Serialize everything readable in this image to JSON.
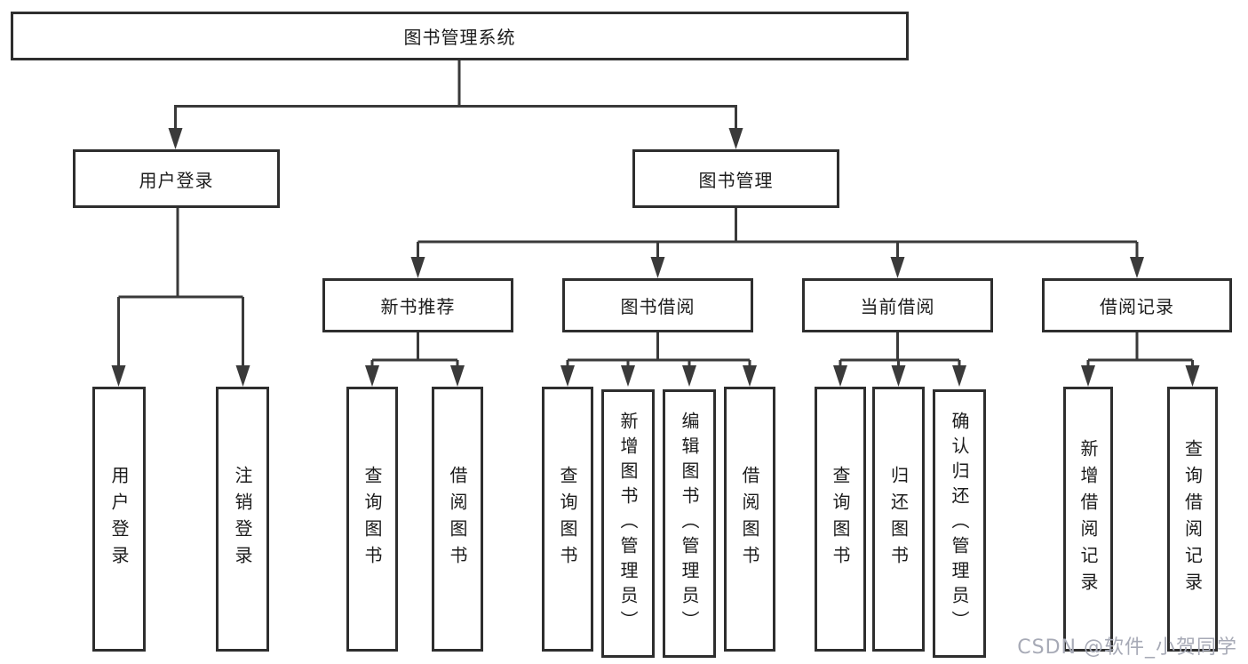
{
  "tree": {
    "label": "图书管理系统",
    "children": [
      {
        "label": "用户登录",
        "children": [
          {
            "label": "用户登录"
          },
          {
            "label": "注销登录"
          }
        ]
      },
      {
        "label": "图书管理",
        "children": [
          {
            "label": "新书推荐",
            "children": [
              {
                "label": "查询图书"
              },
              {
                "label": "借阅图书"
              }
            ]
          },
          {
            "label": "图书借阅",
            "children": [
              {
                "label": "查询图书"
              },
              {
                "label": "新增图书（管理员）"
              },
              {
                "label": "编辑图书（管理员）"
              },
              {
                "label": "借阅图书"
              }
            ]
          },
          {
            "label": "当前借阅",
            "children": [
              {
                "label": "查询图书"
              },
              {
                "label": "归还图书"
              },
              {
                "label": "确认归还（管理员）"
              }
            ]
          },
          {
            "label": "借阅记录",
            "children": [
              {
                "label": "新增借阅记录"
              },
              {
                "label": "查询借阅记录"
              }
            ]
          }
        ]
      }
    ]
  },
  "watermark": "CSDN @软件_小贺同学",
  "colors": {
    "line": "#3a3a3a",
    "box_border": "#2e2e2e",
    "box_background": "#ffffff",
    "text": "#1c1c1c",
    "watermark": "#a7aab6"
  }
}
